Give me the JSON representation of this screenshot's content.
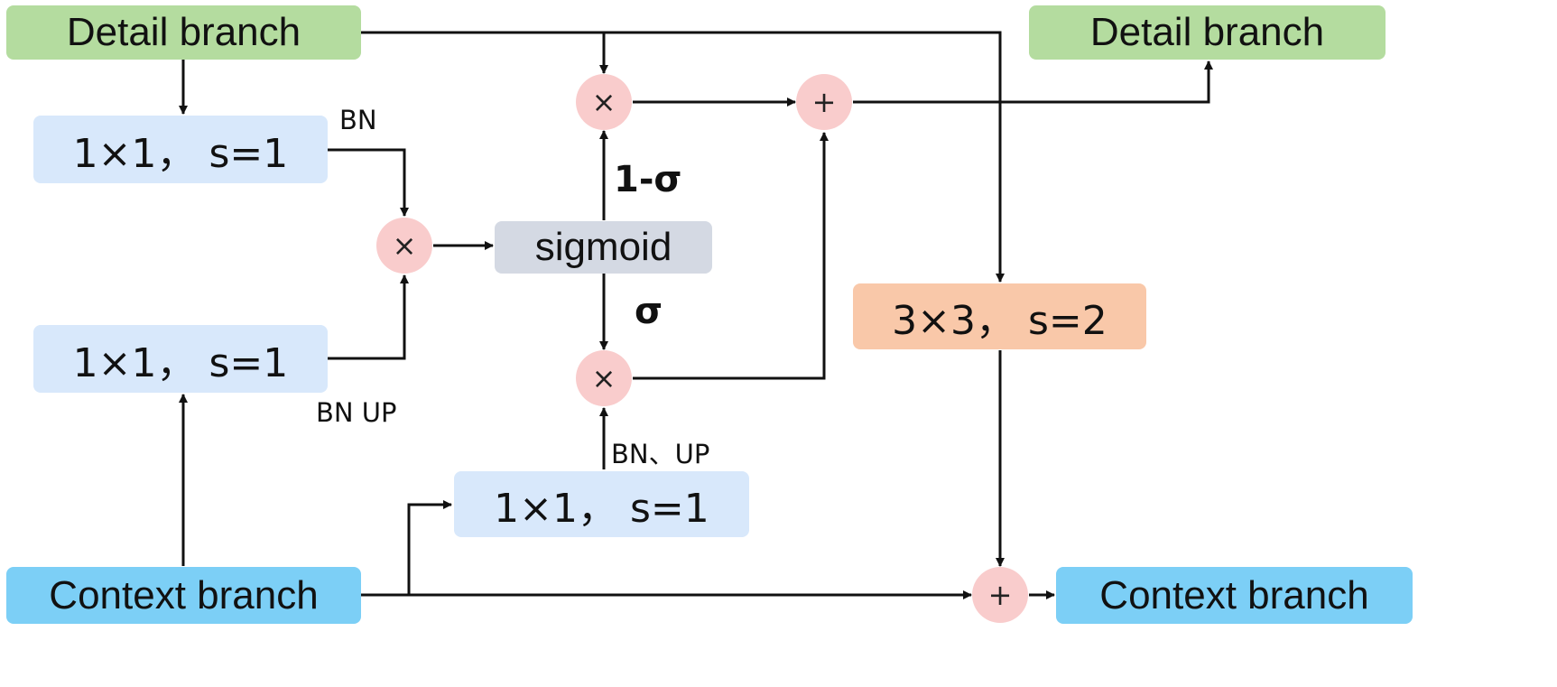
{
  "nodes": {
    "detail_in": "Detail branch",
    "detail_out": "Detail branch",
    "conv_top": "1×1， s=1",
    "conv_mid": "1×1， s=1",
    "conv_bottom": "1×1， s=1",
    "sigmoid": "sigmoid",
    "conv_3x3": "3×3， s=2",
    "context_in": "Context branch",
    "context_out": "Context branch"
  },
  "operators": {
    "mult_left": "×",
    "mult_top": "×",
    "mult_mid": "×",
    "add_top": "+",
    "add_bottom": "+"
  },
  "edge_labels": {
    "bn": "BN",
    "bn_up": "BN UP",
    "one_minus_sigma": "1-σ",
    "sigma": "σ",
    "bn_up_bottom": "BN、UP"
  },
  "colors": {
    "detail": "#b4dc9f",
    "conv": "#d8e8fb",
    "sigmoid": "#d4d9e3",
    "conv_3x3": "#f9c8a9",
    "context": "#7ccff6",
    "operator": "#f9cccc"
  }
}
